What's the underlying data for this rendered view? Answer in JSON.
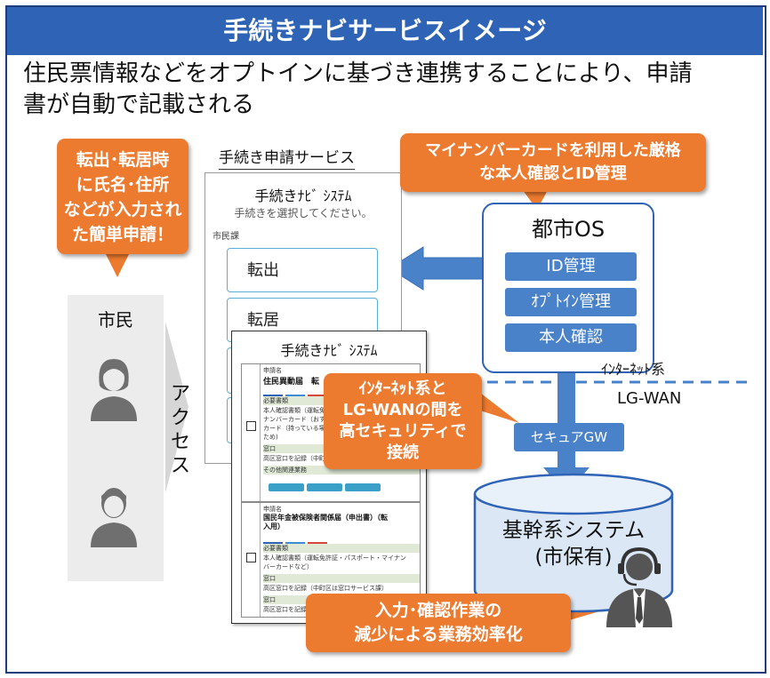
{
  "title": "手続きナビサービスイメージ",
  "subtitle_line1": "住民票情報などをオプトインに基づき連携することにより、申請",
  "subtitle_line2": "書が自動で記載される",
  "callouts": {
    "citizen": [
      "転出･転居時",
      "に氏名･住所",
      "などが入力され",
      "た簡単申請！"
    ],
    "mynumber": [
      "マイナンバーカードを利用した厳格",
      "な本人確認とID管理"
    ],
    "network": [
      "ｲﾝﾀｰﾈｯﾄ系と",
      "LG-WANの間を",
      "高セキュリティで",
      "接続"
    ],
    "efficiency": [
      "入力･確認作業の",
      "減少による業務効率化"
    ]
  },
  "citizen": {
    "label": "市民",
    "access": "アクセス"
  },
  "service": {
    "header": "手続き申請サービス",
    "app_title": "手続きﾅﾋﾞ ｼｽﾃﾑ",
    "prompt": "手続きを選択してください。",
    "section": "市民課",
    "options": [
      "転出",
      "転居"
    ]
  },
  "form": {
    "app_title": "手続きﾅﾋﾞ ｼｽﾃﾑ",
    "card1": {
      "label": "申請名",
      "name": "住民異動届　転",
      "req": "必要書類",
      "req_text": [
        "本人確認書類（運転免",
        "ナンバーカード（おす",
        "カード（持っている場",
        "ため)"
      ],
      "note": "窓口",
      "note_text": "高区窓口を記録（中町",
      "sub": "その他関連業務"
    },
    "card2": {
      "label": "申請名",
      "name": [
        "国民年金被保険者関係届（申出書）（転",
        "入用）"
      ],
      "req": "必要書類",
      "req_text": [
        "本人確認書類（運転免許証・パスポート・マイナン",
        "バーカードなど）"
      ],
      "note": "窓口",
      "note_text": "高区窓口を記録（中町区は窓口サービス課）",
      "note2": "窓口",
      "note2_text": "高区窓口を記録（中"
    }
  },
  "city_os": {
    "title": "都市OS",
    "chips": [
      "ID管理",
      "ｵﾌﾟﾄｲﾝ管理",
      "本人確認"
    ]
  },
  "network": {
    "internet": "ｲﾝﾀｰﾈｯﾄ系",
    "lgwan": "LG-WAN",
    "gateway": "セキュアGW"
  },
  "core": {
    "line1": "基幹系システム",
    "line2": "(市保有)"
  },
  "colors": {
    "title_bar": "#2e63b5",
    "callout": "#ec7a2f",
    "arrow": "#4a82c9",
    "cylinder": "#dbe7f4"
  }
}
